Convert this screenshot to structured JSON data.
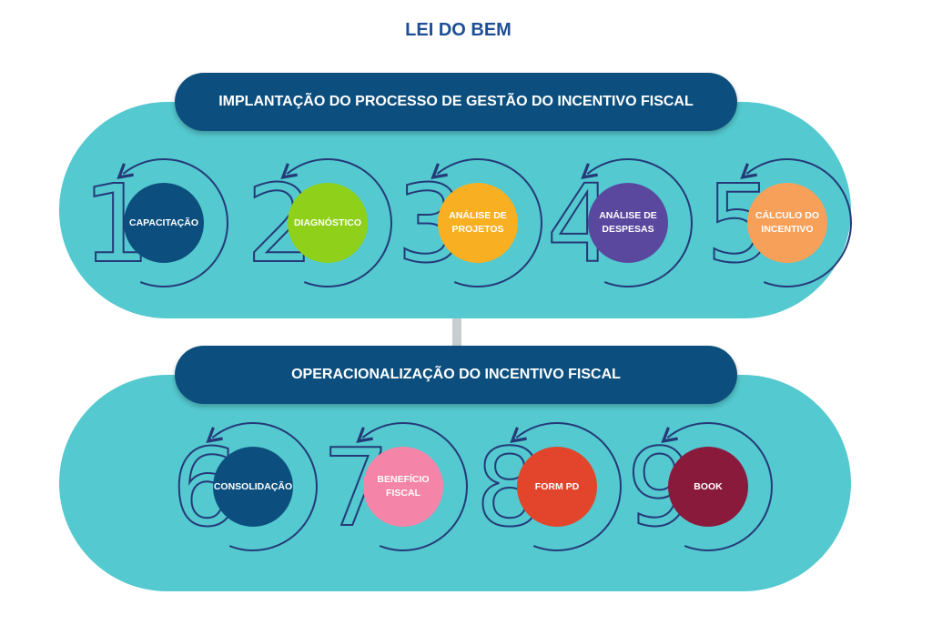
{
  "title": "LEI DO BEM",
  "phases": [
    {
      "header": "IMPLANTAÇÃO DO PROCESSO DE GESTÃO DO INCENTIVO FISCAL",
      "steps": [
        {
          "number": "1",
          "label": "CAPACITAÇÃO",
          "color": "#0c4f7e"
        },
        {
          "number": "2",
          "label": "DIAGNÓSTICO",
          "color": "#8fd11a"
        },
        {
          "number": "3",
          "label": "ANÁLISE DE\nPROJETOS",
          "color": "#f8b022"
        },
        {
          "number": "4",
          "label": "ANÁLISE DE\nDESPESAS",
          "color": "#5a479e"
        },
        {
          "number": "5",
          "label": "CÁLCULO DO\nINCENTIVO",
          "color": "#f7a05a"
        }
      ]
    },
    {
      "header": "OPERACIONALIZAÇÃO DO INCENTIVO FISCAL",
      "steps": [
        {
          "number": "6",
          "label": "CONSOLIDAÇÃO",
          "color": "#0c4f7e"
        },
        {
          "number": "7",
          "label": "BENEFÍCIO\nFISCAL",
          "color": "#f585a8"
        },
        {
          "number": "8",
          "label": "FORM PD",
          "color": "#e2452b"
        },
        {
          "number": "9",
          "label": "BOOK",
          "color": "#8a1a3c"
        }
      ]
    }
  ]
}
